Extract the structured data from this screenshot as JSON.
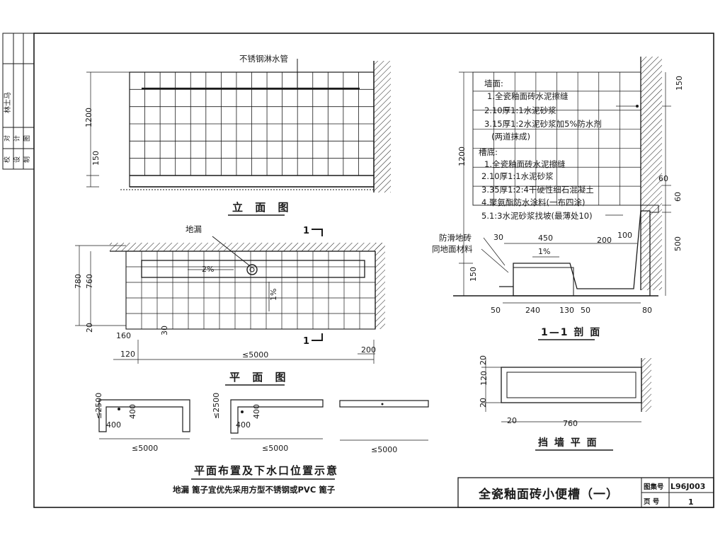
{
  "side_block": {
    "labels": [
      "校",
      "对",
      "设",
      "计",
      "制",
      "图"
    ],
    "signature": "林士马"
  },
  "elevation": {
    "caption": "立 面 图",
    "pipe_label": "不锈钢淋水管",
    "dim_1200": "1200",
    "dim_150": "150"
  },
  "plan": {
    "caption": "平 面 图",
    "floor_drain_label": "地漏",
    "slope_2pct": "2%",
    "slope_1pct": "1%",
    "section_mark": "1",
    "dims": {
      "d780": "780",
      "d760": "760",
      "d20": "20",
      "d160": "160",
      "d30": "30",
      "d120": "120",
      "d5000": "≤5000",
      "d200": "200"
    }
  },
  "layouts": {
    "caption": "平面布置及下水口位置示意",
    "note": "地漏 篦子宜优先采用方型不锈钢或PVC 篦子",
    "d2500": "≤2500",
    "d400": "400",
    "d5000": "≤5000"
  },
  "section": {
    "caption": "1—1 剖 面",
    "wall_title": "墙面:",
    "wall_items": [
      "1.全瓷釉面砖水泥擦缝",
      "2.10厚1:1水泥砂浆",
      "3.15厚1:2水泥砂浆加5%防水剂",
      "(两道抹成)"
    ],
    "trough_title": "槽底:",
    "trough_items": [
      "1.全瓷釉面砖水泥擦缝",
      "2.10厚1:1水泥砂浆",
      "3.35厚1:2:4干硬性细石混凝土",
      "4.聚氨酯防水涂料(一布四涂)",
      "5.1:3水泥砂浆找坡(最薄处10)"
    ],
    "left_labels": [
      "防滑地砖",
      "同地面材料"
    ],
    "slope": "1%",
    "dims": {
      "d1200": "1200",
      "d150": "150",
      "d60a": "60",
      "d60b": "60",
      "d500": "500",
      "d30": "30",
      "d450": "450",
      "d200": "200",
      "d100": "100",
      "d50a": "50",
      "d240": "240",
      "d130": "130",
      "d50b": "50",
      "d80": "80",
      "d150b": "150"
    }
  },
  "retaining_wall": {
    "caption": "挡 墙 平 面",
    "d20a": "20",
    "d120": "120",
    "d20b": "20",
    "d20c": "20",
    "d760": "760"
  },
  "title_block": {
    "title": "全瓷釉面砖小便槽（一）",
    "atlas_label": "图集号",
    "atlas_value": "L96J003",
    "page_label": "页 号",
    "page_value": "1"
  }
}
